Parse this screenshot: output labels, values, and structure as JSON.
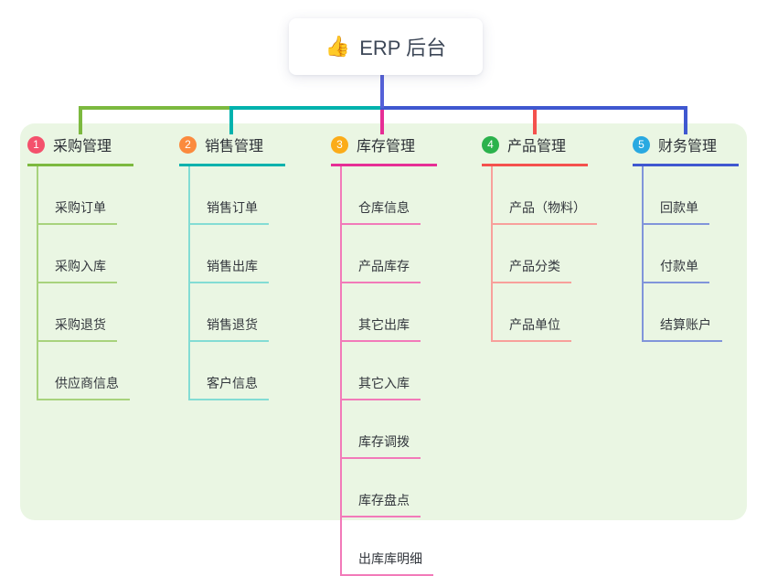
{
  "root": {
    "icon": "👍",
    "title": "ERP 后台"
  },
  "canvas": {
    "background": "#eaf6e3"
  },
  "connectors": {
    "root": "#5561d8",
    "green": "#7cb93f",
    "teal": "#00b2ad",
    "magenta": "#e62e95",
    "red": "#f4514d",
    "blue": "#3f58d0"
  },
  "branches": [
    {
      "num": "1",
      "title": "采购管理",
      "badge_color": "#f4516c",
      "line_color": "#7cb93f",
      "light_color": "#a8d37d",
      "children": [
        "采购订单",
        "采购入库",
        "采购退货",
        "供应商信息"
      ]
    },
    {
      "num": "2",
      "title": "销售管理",
      "badge_color": "#fb8a3d",
      "line_color": "#00b2ad",
      "light_color": "#83dcd4",
      "children": [
        "销售订单",
        "销售出库",
        "销售退货",
        "客户信息"
      ]
    },
    {
      "num": "3",
      "title": "库存管理",
      "badge_color": "#fbac19",
      "line_color": "#e62e95",
      "light_color": "#f27ab9",
      "children": [
        "仓库信息",
        "产品库存",
        "其它出库",
        "其它入库",
        "库存调拨",
        "库存盘点",
        "出库库明细"
      ]
    },
    {
      "num": "4",
      "title": "产品管理",
      "badge_color": "#2bb24c",
      "line_color": "#f4514d",
      "light_color": "#f8a09b",
      "children": [
        "产品（物料）",
        "产品分类",
        "产品单位"
      ]
    },
    {
      "num": "5",
      "title": "财务管理",
      "badge_color": "#29a9e1",
      "line_color": "#3f58d0",
      "light_color": "#8195da",
      "children": [
        "回款单",
        "付款单",
        "结算账户"
      ]
    }
  ]
}
